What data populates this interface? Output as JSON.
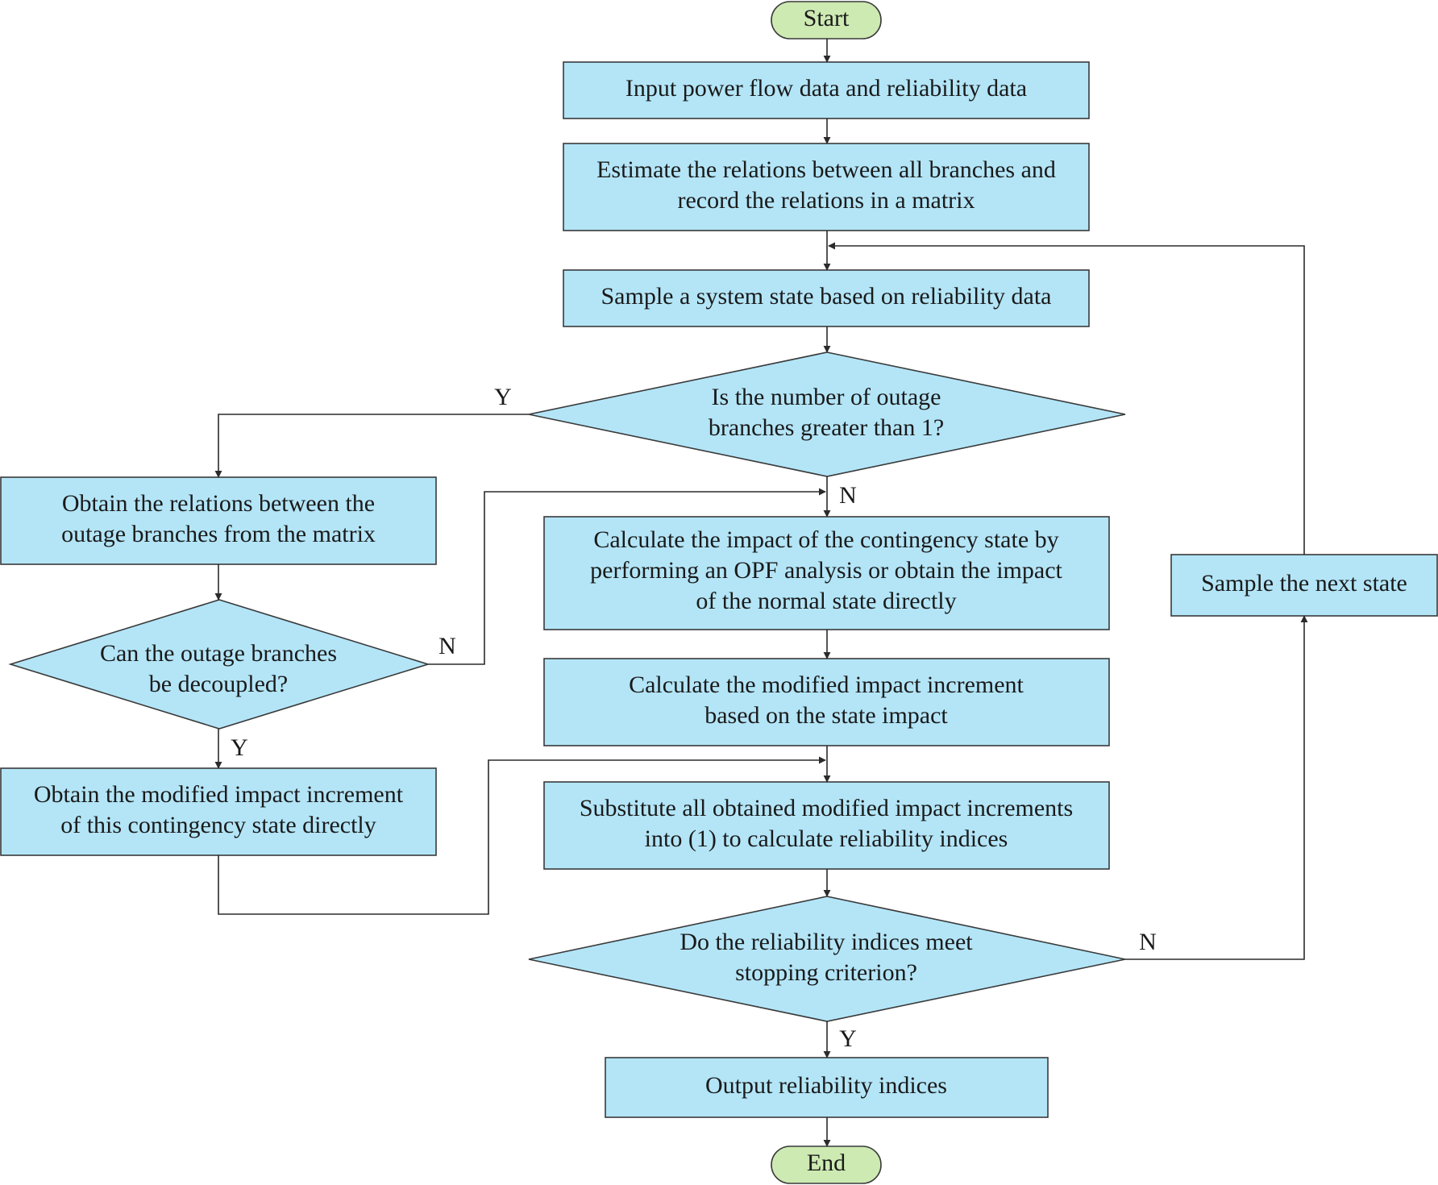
{
  "nodes": {
    "start": [
      "Start"
    ],
    "input": [
      "Input power flow data and reliability data"
    ],
    "estimate": [
      "Estimate the relations between all branches and",
      "record the relations in a matrix"
    ],
    "sample": [
      "Sample a system state based on reliability data"
    ],
    "outage_check": [
      "Is the number of outage",
      "branches greater than 1?"
    ],
    "obtain_relations": [
      "Obtain the relations between the",
      "outage branches from the matrix"
    ],
    "decouple_check": [
      "Can the outage branches",
      "be decoupled?"
    ],
    "obtain_modified": [
      "Obtain the modified impact increment",
      "of this contingency state directly"
    ],
    "calc_impact": [
      "Calculate the impact of the contingency state by",
      "performing an OPF analysis or obtain the impact",
      "of the normal state directly"
    ],
    "calc_modified": [
      "Calculate the modified impact increment",
      "based on the state impact"
    ],
    "substitute": [
      "Substitute all obtained modified impact increments",
      "into (1) to calculate reliability indices"
    ],
    "stop_check": [
      "Do the reliability indices meet",
      "stopping criterion?"
    ],
    "next_state": [
      "Sample the next state"
    ],
    "output": [
      "Output reliability indices"
    ],
    "end": [
      "End"
    ]
  },
  "branch_labels": {
    "outage_yes": "Y",
    "outage_no": "N",
    "decouple_no": "N",
    "decouple_yes": "Y",
    "stop_no": "N",
    "stop_yes": "Y"
  },
  "colors": {
    "process": "#b3e5f7",
    "terminal": "#cdeab2",
    "line": "#2b2b2b"
  }
}
